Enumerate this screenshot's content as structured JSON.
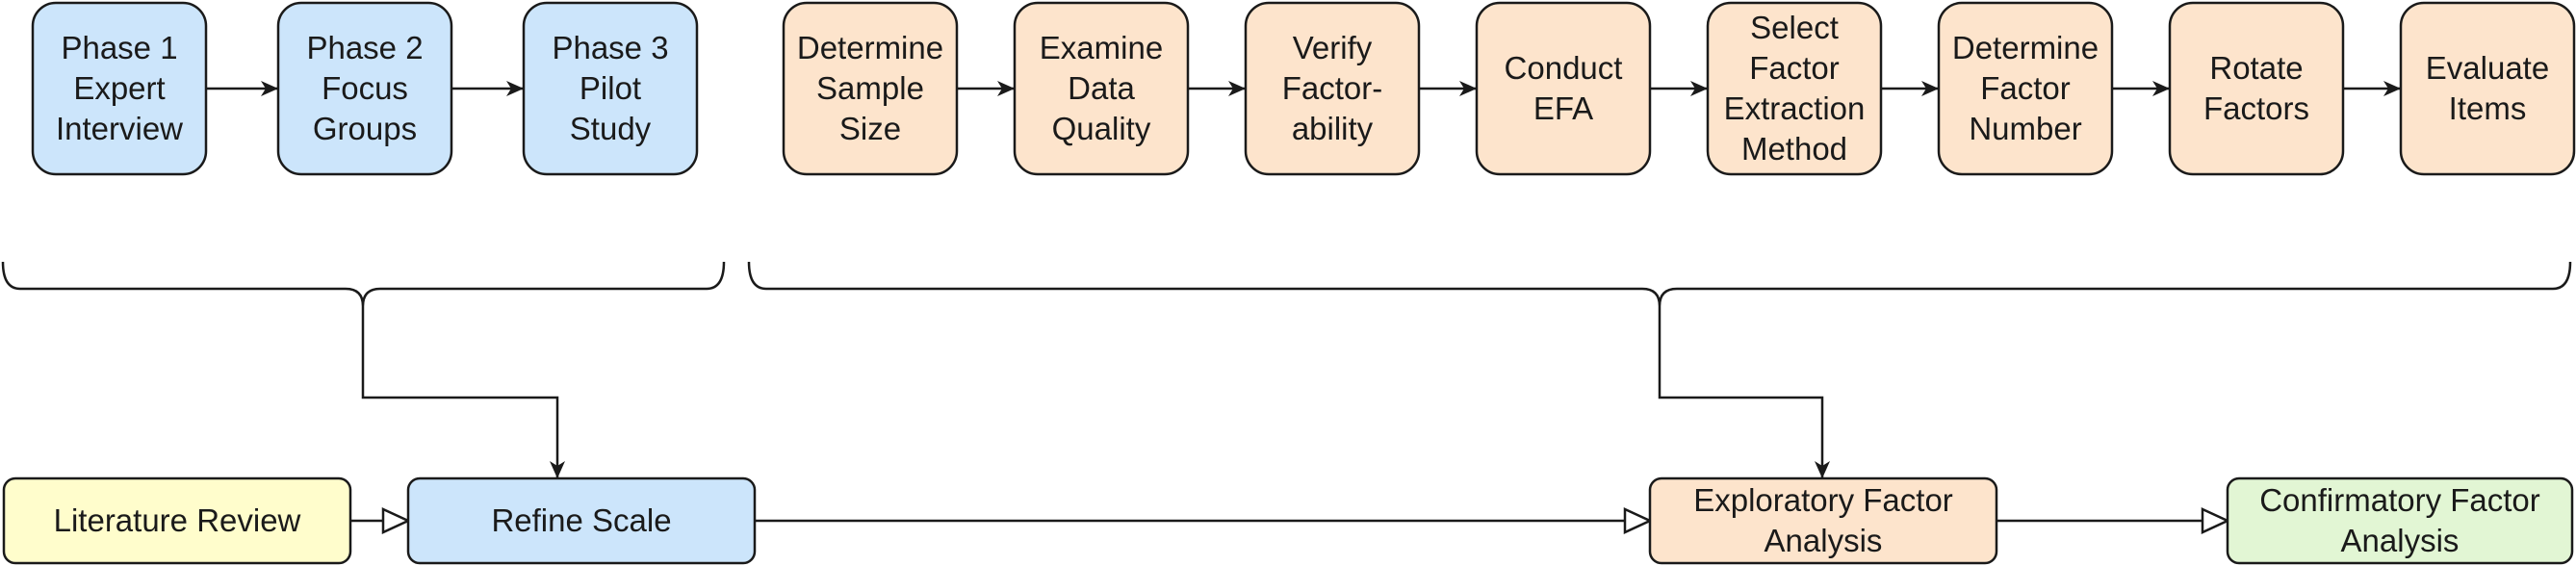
{
  "colors": {
    "blue": "#cce5fb",
    "orange": "#fde4cc",
    "yellow": "#fffdcc",
    "green": "#e2f6d4",
    "stroke": "#1a1a1a"
  },
  "top_left_steps": [
    {
      "id": "phase1",
      "lines": [
        "Phase 1",
        "Expert",
        "Interview"
      ]
    },
    {
      "id": "phase2",
      "lines": [
        "Phase 2",
        "Focus",
        "Groups"
      ]
    },
    {
      "id": "phase3",
      "lines": [
        "Phase 3",
        "Pilot",
        "Study"
      ]
    }
  ],
  "top_right_steps": [
    {
      "id": "sample-size",
      "lines": [
        "Determine",
        "Sample",
        "Size"
      ]
    },
    {
      "id": "data-quality",
      "lines": [
        "Examine",
        "Data",
        "Quality"
      ]
    },
    {
      "id": "factorability",
      "lines": [
        "Verify",
        "Factor-",
        "ability"
      ]
    },
    {
      "id": "conduct-efa",
      "lines": [
        "Conduct",
        "EFA"
      ]
    },
    {
      "id": "extraction-method",
      "lines": [
        "Select",
        "Factor",
        "Extraction",
        "Method"
      ]
    },
    {
      "id": "factor-number",
      "lines": [
        "Determine",
        "Factor",
        "Number"
      ]
    },
    {
      "id": "rotate-factors",
      "lines": [
        "Rotate",
        "Factors"
      ]
    },
    {
      "id": "evaluate-items",
      "lines": [
        "Evaluate",
        "Items"
      ]
    }
  ],
  "bottom_steps": [
    {
      "id": "literature-review",
      "lines": [
        "Literature Review"
      ],
      "color": "yellow"
    },
    {
      "id": "refine-scale",
      "lines": [
        "Refine Scale"
      ],
      "color": "blue"
    },
    {
      "id": "efa",
      "lines": [
        "Exploratory Factor",
        "Analysis"
      ],
      "color": "orange"
    },
    {
      "id": "cfa",
      "lines": [
        "Confirmatory Factor",
        "Analysis"
      ],
      "color": "green"
    }
  ]
}
